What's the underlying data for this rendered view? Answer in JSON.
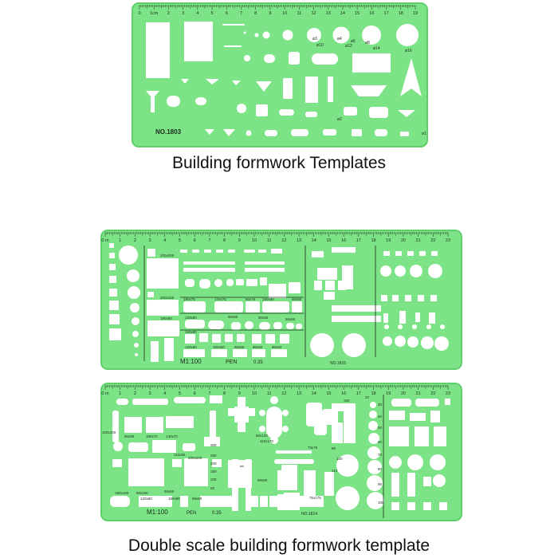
{
  "colors": {
    "plastic": "#7ce486",
    "edge": "#5fcf6c",
    "cutout": "#ffffff",
    "ink": "#1a2a1a"
  },
  "template1": {
    "model": "NO.1803",
    "ruler_labels": [
      "0",
      "1cm",
      "2",
      "3",
      "4",
      "5",
      "6",
      "7",
      "8",
      "9",
      "10",
      "11",
      "12",
      "13",
      "14",
      "15",
      "16",
      "17",
      "18",
      "19"
    ],
    "circle_labels": [
      "ø3",
      "ø4",
      "ø6",
      "ø8",
      "ø10",
      "ø12",
      "ø14",
      "ø16",
      "ø2",
      "ø1"
    ]
  },
  "caption1": "Building formwork Templates",
  "template2": {
    "model": "NO.1815",
    "scale": "M1:100",
    "pen": "PEN",
    "pen_size": "0.35",
    "ruler_labels": [
      "0 m",
      "1",
      "2",
      "3",
      "4",
      "5",
      "6",
      "7",
      "8",
      "9",
      "10",
      "11",
      "12",
      "13",
      "14",
      "15",
      "16",
      "17",
      "18",
      "19",
      "20",
      "21",
      "22",
      "23"
    ],
    "size_labels": [
      "200x200",
      "200x150",
      "190x90",
      "180x75",
      "175x75",
      "80x75",
      "150x80",
      "80x80",
      "120x80",
      "90x60",
      "90x60",
      "90x60",
      "150x80",
      "120x60",
      "100x60",
      "90x60",
      "90x60",
      "90x60"
    ]
  },
  "template3": {
    "model": "NO.1814",
    "scale": "M1:100",
    "pen": "PEN",
    "pen_size": "0.35",
    "ruler_labels": [
      "0 m",
      "1",
      "2",
      "3",
      "4",
      "5",
      "6",
      "7",
      "8",
      "9",
      "10",
      "11",
      "12",
      "13",
      "14",
      "15",
      "16",
      "17",
      "18",
      "19",
      "20",
      "21",
      "22",
      "23"
    ],
    "size_labels": [
      "100x100",
      "90x90",
      "180x70",
      "140x70",
      "110x55",
      "200x200",
      "150x190",
      "90x190",
      "90x60",
      "120x60",
      "150x60",
      "60x60",
      "80x120",
      "110x170",
      "75x75",
      "90x60",
      "75x175",
      "150",
      "80",
      "120",
      "110"
    ],
    "stair_labels": [
      "300",
      "250",
      "200",
      "150",
      "100",
      "50"
    ],
    "circle_labels": [
      "20",
      "30",
      "40",
      "50",
      "60",
      "70",
      "80",
      "90",
      "100"
    ]
  },
  "caption2": "Double scale building formwork template"
}
